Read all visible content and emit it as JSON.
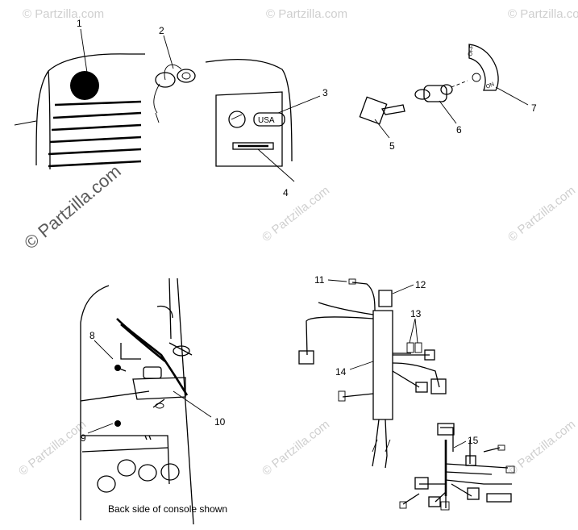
{
  "watermark": {
    "text": "© Partzilla.com",
    "featured_text": "© Partzilla.com"
  },
  "callouts": [
    {
      "id": "c1",
      "label": "1"
    },
    {
      "id": "c2",
      "label": "2"
    },
    {
      "id": "c3",
      "label": "3"
    },
    {
      "id": "c4",
      "label": "4"
    },
    {
      "id": "c5",
      "label": "5"
    },
    {
      "id": "c6",
      "label": "6"
    },
    {
      "id": "c7",
      "label": "7"
    },
    {
      "id": "c8",
      "label": "8"
    },
    {
      "id": "c9",
      "label": "9"
    },
    {
      "id": "c10",
      "label": "10"
    },
    {
      "id": "c11",
      "label": "11"
    },
    {
      "id": "c12",
      "label": "12"
    },
    {
      "id": "c13",
      "label": "13"
    },
    {
      "id": "c14",
      "label": "14"
    },
    {
      "id": "c15",
      "label": "15"
    }
  ],
  "decal_text": "USA",
  "switch_plate_text": "OFF",
  "switch_plate_text_on": "ON",
  "caption": "Back side of console shown"
}
